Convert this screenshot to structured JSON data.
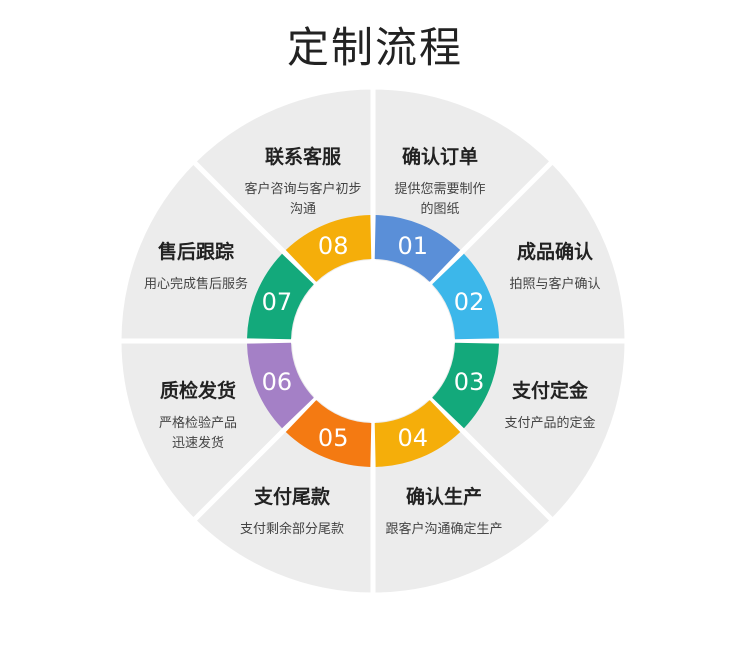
{
  "title": "定制流程",
  "colors": {
    "outer_sector": "#ececec",
    "divider": "#ffffff"
  },
  "steps": [
    {
      "num": "01",
      "title": "联系客服",
      "desc": [
        "客户咨询与客户初步",
        "沟通"
      ],
      "color": "#5a8fd8"
    },
    {
      "num": "02",
      "title": "确认订单",
      "desc": [
        "提供您需要制作",
        "的图纸"
      ],
      "color": "#3cb7ea"
    },
    {
      "num": "03",
      "title": "成品确认",
      "desc": [
        "拍照与客户确认"
      ],
      "color": "#13a97b"
    },
    {
      "num": "04",
      "title": "支付定金",
      "desc": [
        "支付产品的定金"
      ],
      "color": "#f5ae0a"
    },
    {
      "num": "05",
      "title": "确认生产",
      "desc": [
        "跟客户沟通确定生产"
      ],
      "color": "#f47a12"
    },
    {
      "num": "06",
      "title": "支付尾款",
      "desc": [
        "支付剩余部分尾款"
      ],
      "color": "#a480c6"
    },
    {
      "num": "07",
      "title": "质检发货",
      "desc": [
        "严格检验产品",
        "迅速发货"
      ],
      "color": "#13a97b"
    },
    {
      "num": "08",
      "title": "售后跟踪",
      "desc": [
        "用心完成售后服务"
      ],
      "color": "#f5ae0a"
    }
  ]
}
